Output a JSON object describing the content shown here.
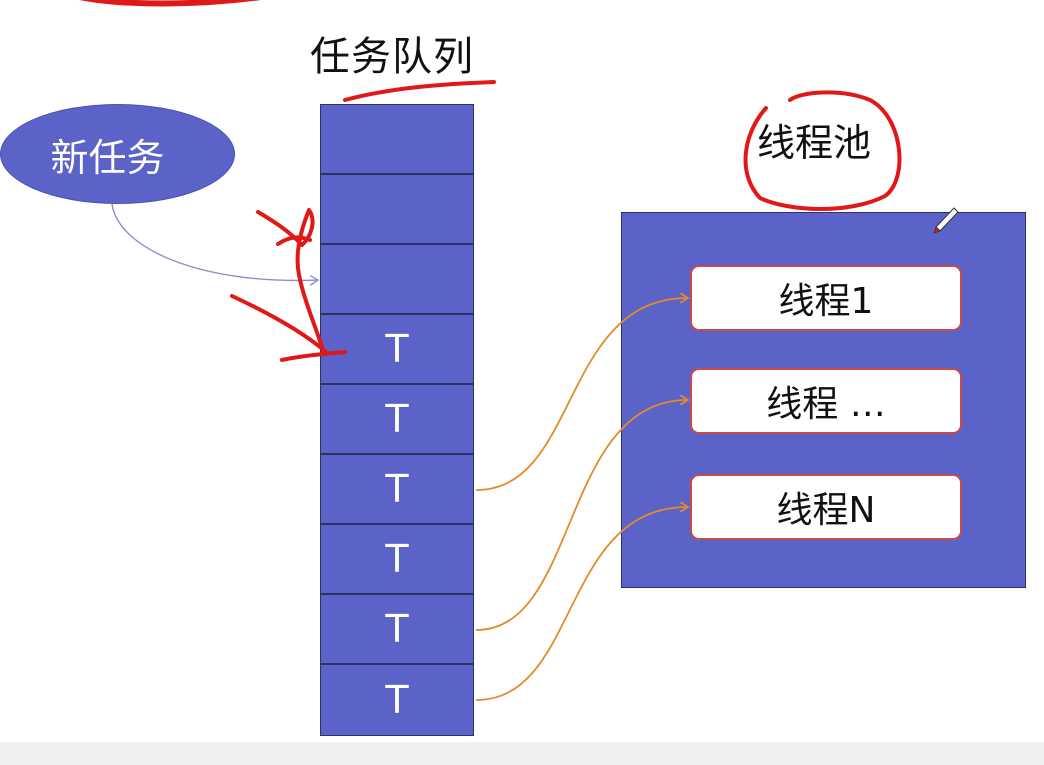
{
  "diagram": {
    "queue_title": "任务队列",
    "pool_title": "线程池",
    "new_task_label": "新任务",
    "queue_slots": [
      "",
      "",
      "",
      "T",
      "T",
      "T",
      "T",
      "T",
      "T"
    ],
    "threads": [
      "线程1",
      "线程 …",
      "线程N"
    ]
  },
  "colors": {
    "block_fill": "#5b62c8",
    "block_border": "#2c3266",
    "connector": "#e58a2a",
    "new_task_connector": "#8a8fd0",
    "annotation": "#e01818",
    "thread_border": "#c94a4a"
  }
}
